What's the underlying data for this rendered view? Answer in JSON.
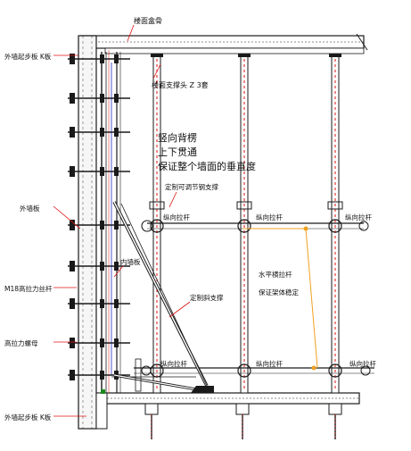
{
  "labels": {
    "floor_slab": "楼面盒骨",
    "outer_start": "外墙起步板 K板",
    "support_head": "楼面支撑头 Z 3套",
    "vertical_back_1": "竖向背楞",
    "vertical_back_2": "上下贯通",
    "vertical_back_3": "保证整个墙面的垂直度",
    "adjustable_prop": "定制可调节钢支撑",
    "tie_left": "纵向拉杆",
    "tie_mid": "纵向拉杆",
    "tie_right": "纵向拉杆",
    "outer_panel": "外墙板",
    "inner_panel": "内墙板",
    "m18_bolt": "M18高拉力丝杆",
    "high_tension_nut": "高拉力螺母",
    "horizontal_brace_1": "水平横拉杆",
    "horizontal_brace_2": "保证架体稳定",
    "diagonal_brace": "定制斜支撑",
    "tie_low_left": "纵向拉杆",
    "tie_low_mid": "纵向拉杆",
    "tie_low_right": "纵向拉杆",
    "outer_start_bottom": "外墙起步板 K板"
  },
  "colors": {
    "line": "#1a1a1a",
    "accent_red": "#e01010",
    "orange": "#f0a020",
    "green": "#1a8a1a",
    "blue": "#2030c0"
  }
}
